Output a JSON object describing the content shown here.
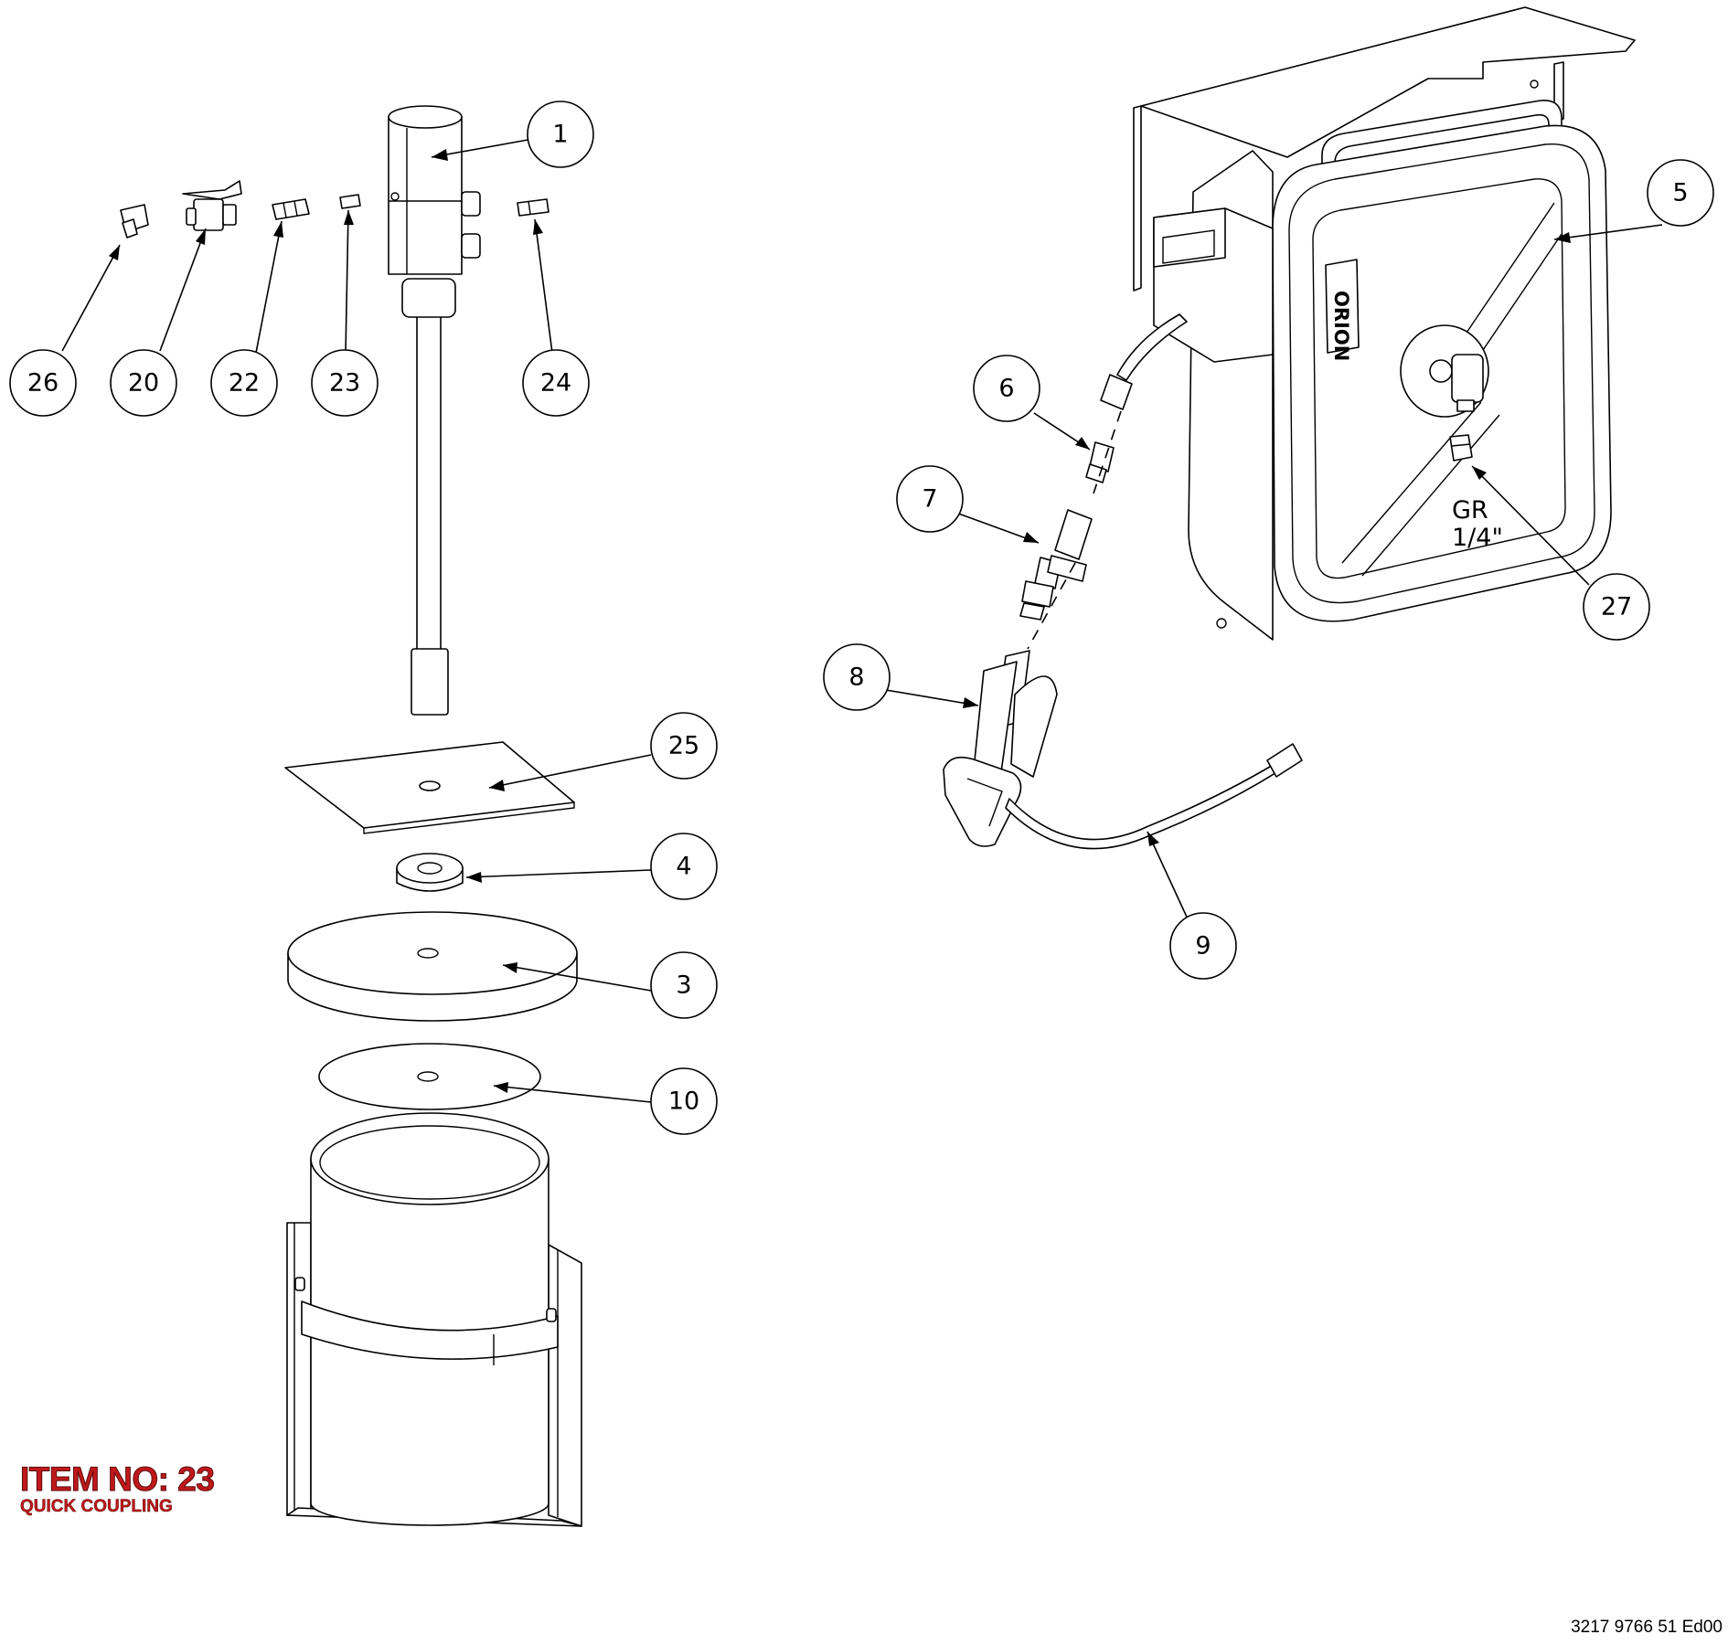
{
  "diagram": {
    "balloons": [
      {
        "id": "b1",
        "label": "1"
      },
      {
        "id": "b3",
        "label": "3"
      },
      {
        "id": "b4",
        "label": "4"
      },
      {
        "id": "b5",
        "label": "5"
      },
      {
        "id": "b6",
        "label": "6"
      },
      {
        "id": "b7",
        "label": "7"
      },
      {
        "id": "b8",
        "label": "8"
      },
      {
        "id": "b9",
        "label": "9"
      },
      {
        "id": "b10",
        "label": "10"
      },
      {
        "id": "b20",
        "label": "20"
      },
      {
        "id": "b22",
        "label": "22"
      },
      {
        "id": "b23",
        "label": "23"
      },
      {
        "id": "b24",
        "label": "24"
      },
      {
        "id": "b25",
        "label": "25"
      },
      {
        "id": "b26",
        "label": "26"
      },
      {
        "id": "b27",
        "label": "27"
      }
    ],
    "reel_brand": "ORION",
    "thread_note_line1": "GR",
    "thread_note_line2": "1/4\""
  },
  "item": {
    "title": "ITEM NO: 23",
    "subtitle": "QUICK COUPLING"
  },
  "doc_number": "3217 9766 51 Ed00",
  "colors": {
    "highlight": "#c0181b",
    "line": "#000000"
  }
}
